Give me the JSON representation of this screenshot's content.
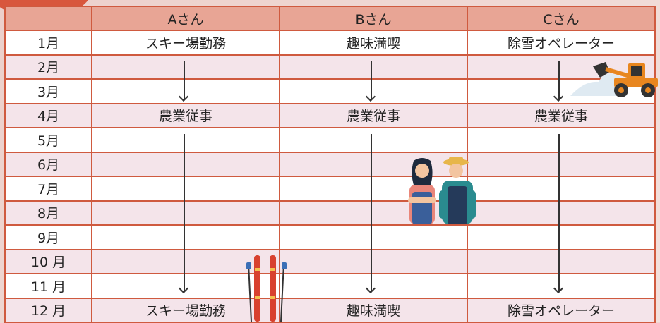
{
  "table": {
    "headers": [
      "",
      "Aさん",
      "Bさん",
      "Cさん"
    ],
    "rows": [
      {
        "month": "1月",
        "a": "スキー場勤務",
        "b": "趣味満喫",
        "c": "除雪オペレーター"
      },
      {
        "month": "2月",
        "a": "",
        "b": "",
        "c": ""
      },
      {
        "month": "3月",
        "a": "",
        "b": "",
        "c": ""
      },
      {
        "month": "4月",
        "a": "農業従事",
        "b": "農業従事",
        "c": "農業従事"
      },
      {
        "month": "5月",
        "a": "",
        "b": "",
        "c": ""
      },
      {
        "month": "6月",
        "a": "",
        "b": "",
        "c": ""
      },
      {
        "month": "7月",
        "a": "",
        "b": "",
        "c": ""
      },
      {
        "month": "8月",
        "a": "",
        "b": "",
        "c": ""
      },
      {
        "month": "9月",
        "a": "",
        "b": "",
        "c": ""
      },
      {
        "month": "10 月",
        "a": "",
        "b": "",
        "c": ""
      },
      {
        "month": "11 月",
        "a": "",
        "b": "",
        "c": ""
      },
      {
        "month": "12 月",
        "a": "スキー場勤務",
        "b": "趣味満喫",
        "c": "除雪オペレーター"
      }
    ]
  },
  "colors": {
    "border": "#cf5a3f",
    "header_bg": "#e8a595",
    "row_alt": "#f4e4ea",
    "accent_bubble": "#d8573d"
  },
  "illustrations": [
    "ski-icon",
    "farmer-couple-icon",
    "snow-plow-loader-icon"
  ]
}
